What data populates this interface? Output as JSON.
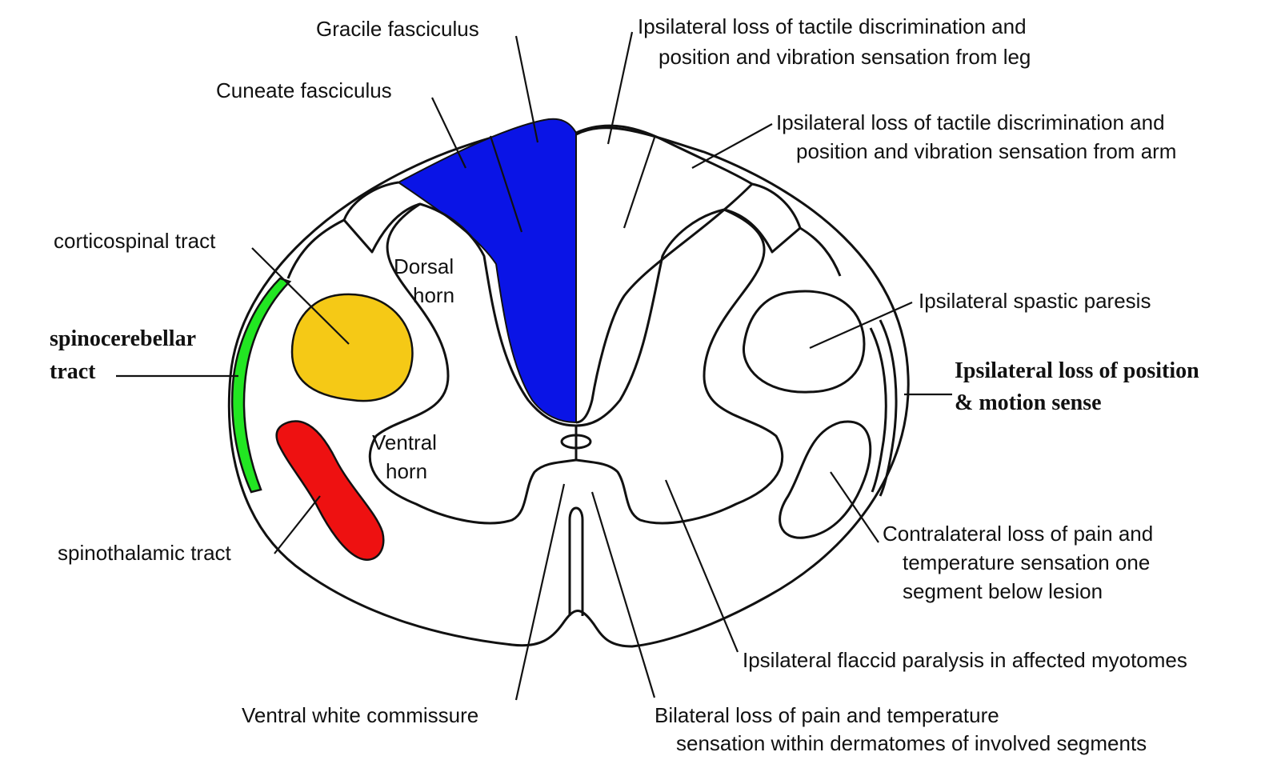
{
  "labels": {
    "gracile": "Gracile fasciculus",
    "cuneate": "Cuneate fasciculus",
    "corticospinal": "corticospinal tract",
    "spinocerebellar_1": "spinocerebellar",
    "spinocerebellar_2": "tract",
    "spinothalamic": "spinothalamic tract",
    "dorsal_horn_1": "Dorsal",
    "dorsal_horn_2": "horn",
    "ventral_horn_1": "Ventral",
    "ventral_horn_2": "horn",
    "ventral_white_commissure": "Ventral white commissure",
    "deficit_leg_1": "Ipsilateral loss of tactile discrimination and",
    "deficit_leg_2": "position and vibration sensation from leg",
    "deficit_arm_1": "Ipsilateral loss of tactile discrimination and",
    "deficit_arm_2": "position and vibration sensation from arm",
    "spastic_paresis": "Ipsilateral spastic paresis",
    "position_motion_1": "Ipsilateral loss of position",
    "position_motion_2": "& motion sense",
    "contra_pain_1": "Contralateral loss of pain and",
    "contra_pain_2": "temperature sensation one",
    "contra_pain_3": "segment below lesion",
    "flaccid": "Ipsilateral flaccid paralysis in affected myotomes",
    "bilateral_1": "Bilateral loss of pain and temperature",
    "bilateral_2": "sensation within dermatomes of involved segments"
  },
  "colors": {
    "dorsal_column": "#0a14e6",
    "corticospinal": "#f5c916",
    "spinocerebellar": "#22e622",
    "spinothalamic": "#ee1111",
    "outline": "#111111"
  }
}
